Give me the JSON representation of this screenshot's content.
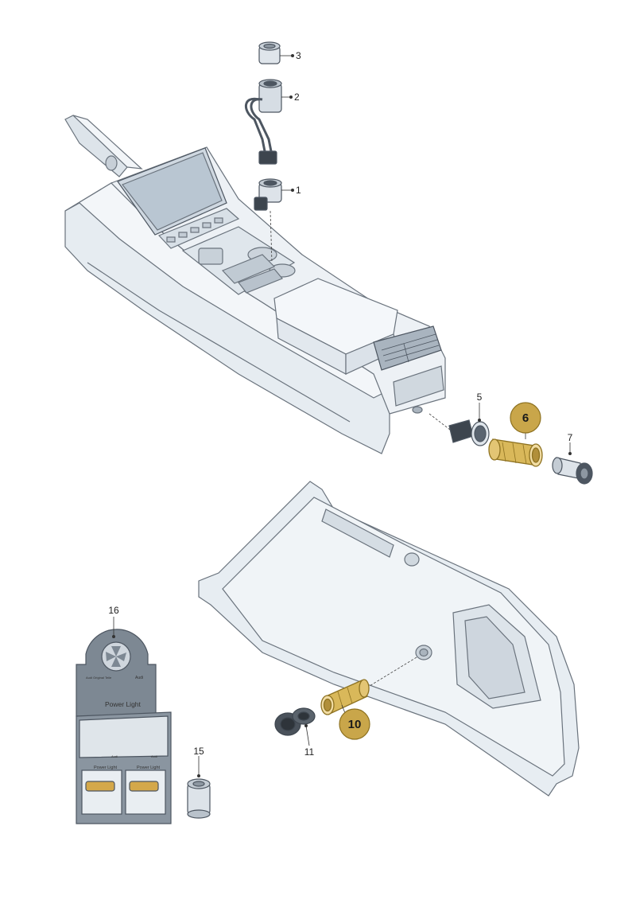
{
  "callouts": [
    {
      "id": "1",
      "highlighted": false
    },
    {
      "id": "2",
      "highlighted": false
    },
    {
      "id": "3",
      "highlighted": false
    },
    {
      "id": "5",
      "highlighted": false
    },
    {
      "id": "6",
      "highlighted": true
    },
    {
      "id": "7",
      "highlighted": false
    },
    {
      "id": "10",
      "highlighted": true
    },
    {
      "id": "11",
      "highlighted": false
    },
    {
      "id": "15",
      "highlighted": false
    },
    {
      "id": "16",
      "highlighted": false
    }
  ],
  "package": {
    "brand": "Audi",
    "small_caption": "Audi Original Teile",
    "title": "Power Light",
    "unit_label_left": "Power Light",
    "unit_label_right": "Power Light"
  },
  "colors": {
    "highlight": "#c9a64a",
    "highlight_dark": "#8e7221",
    "part_fill": "#e8edf2",
    "part_stroke": "#5a6470",
    "package_dark": "#7d8893"
  }
}
